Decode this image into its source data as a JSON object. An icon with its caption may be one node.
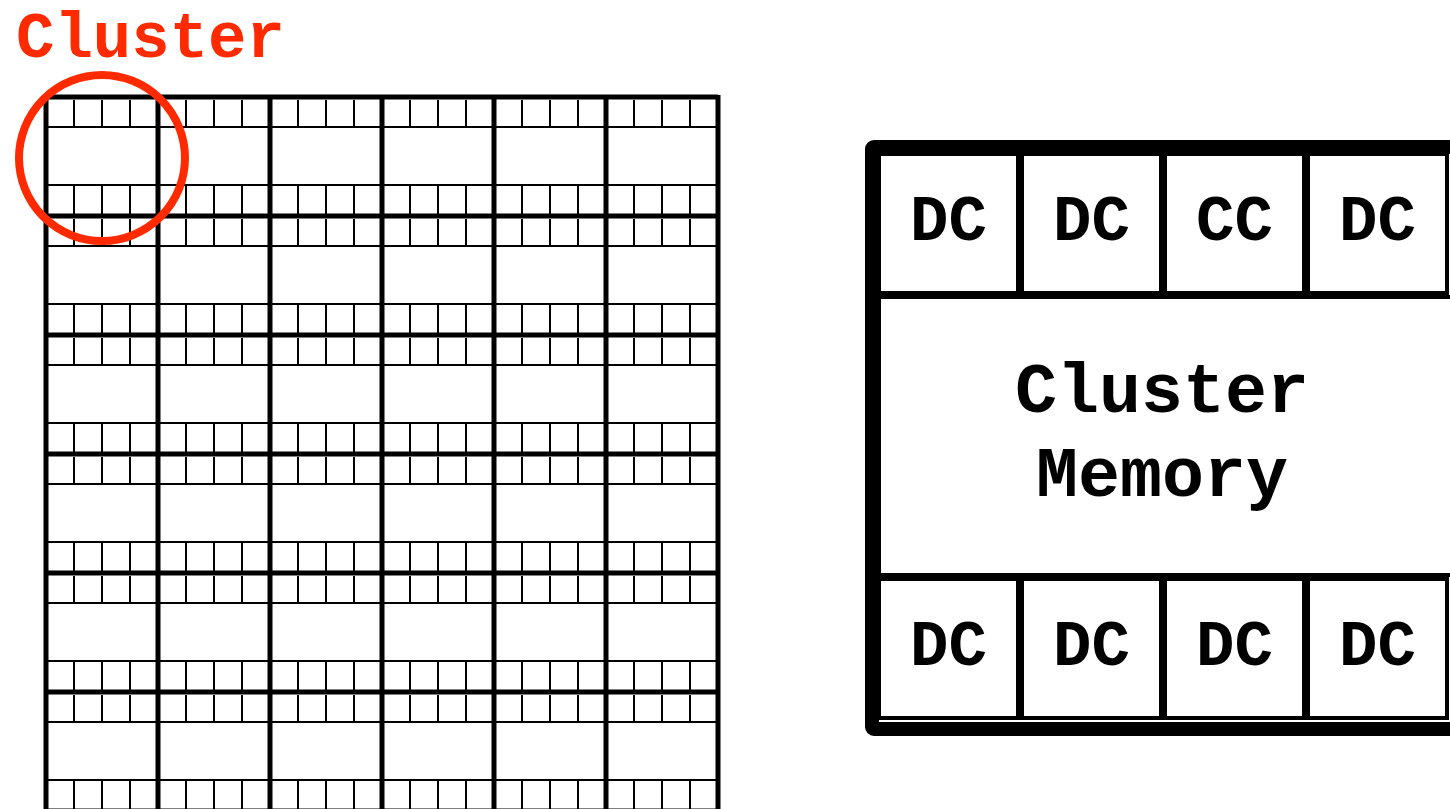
{
  "diagram": {
    "nodes": [
      {
        "text": [
          "Cluster"
        ]
      },
      {
        "text": [],
        "shape": "box"
      },
      {
        "text": [
          "DC"
        ],
        "in": 1
      },
      {
        "text": [
          "DC"
        ],
        "in": 1
      },
      {
        "text": [
          "CC"
        ],
        "in": 1
      },
      {
        "text": [
          "DC"
        ],
        "in": 1
      },
      {
        "text": [
          "Cluster Memory"
        ],
        "in": 1
      },
      {
        "text": [
          "DC"
        ],
        "in": 1
      },
      {
        "text": [
          "DC"
        ],
        "in": 1
      },
      {
        "text": [
          "DC"
        ],
        "in": 1
      },
      {
        "text": [
          "DC"
        ],
        "in": 1
      }
    ]
  }
}
